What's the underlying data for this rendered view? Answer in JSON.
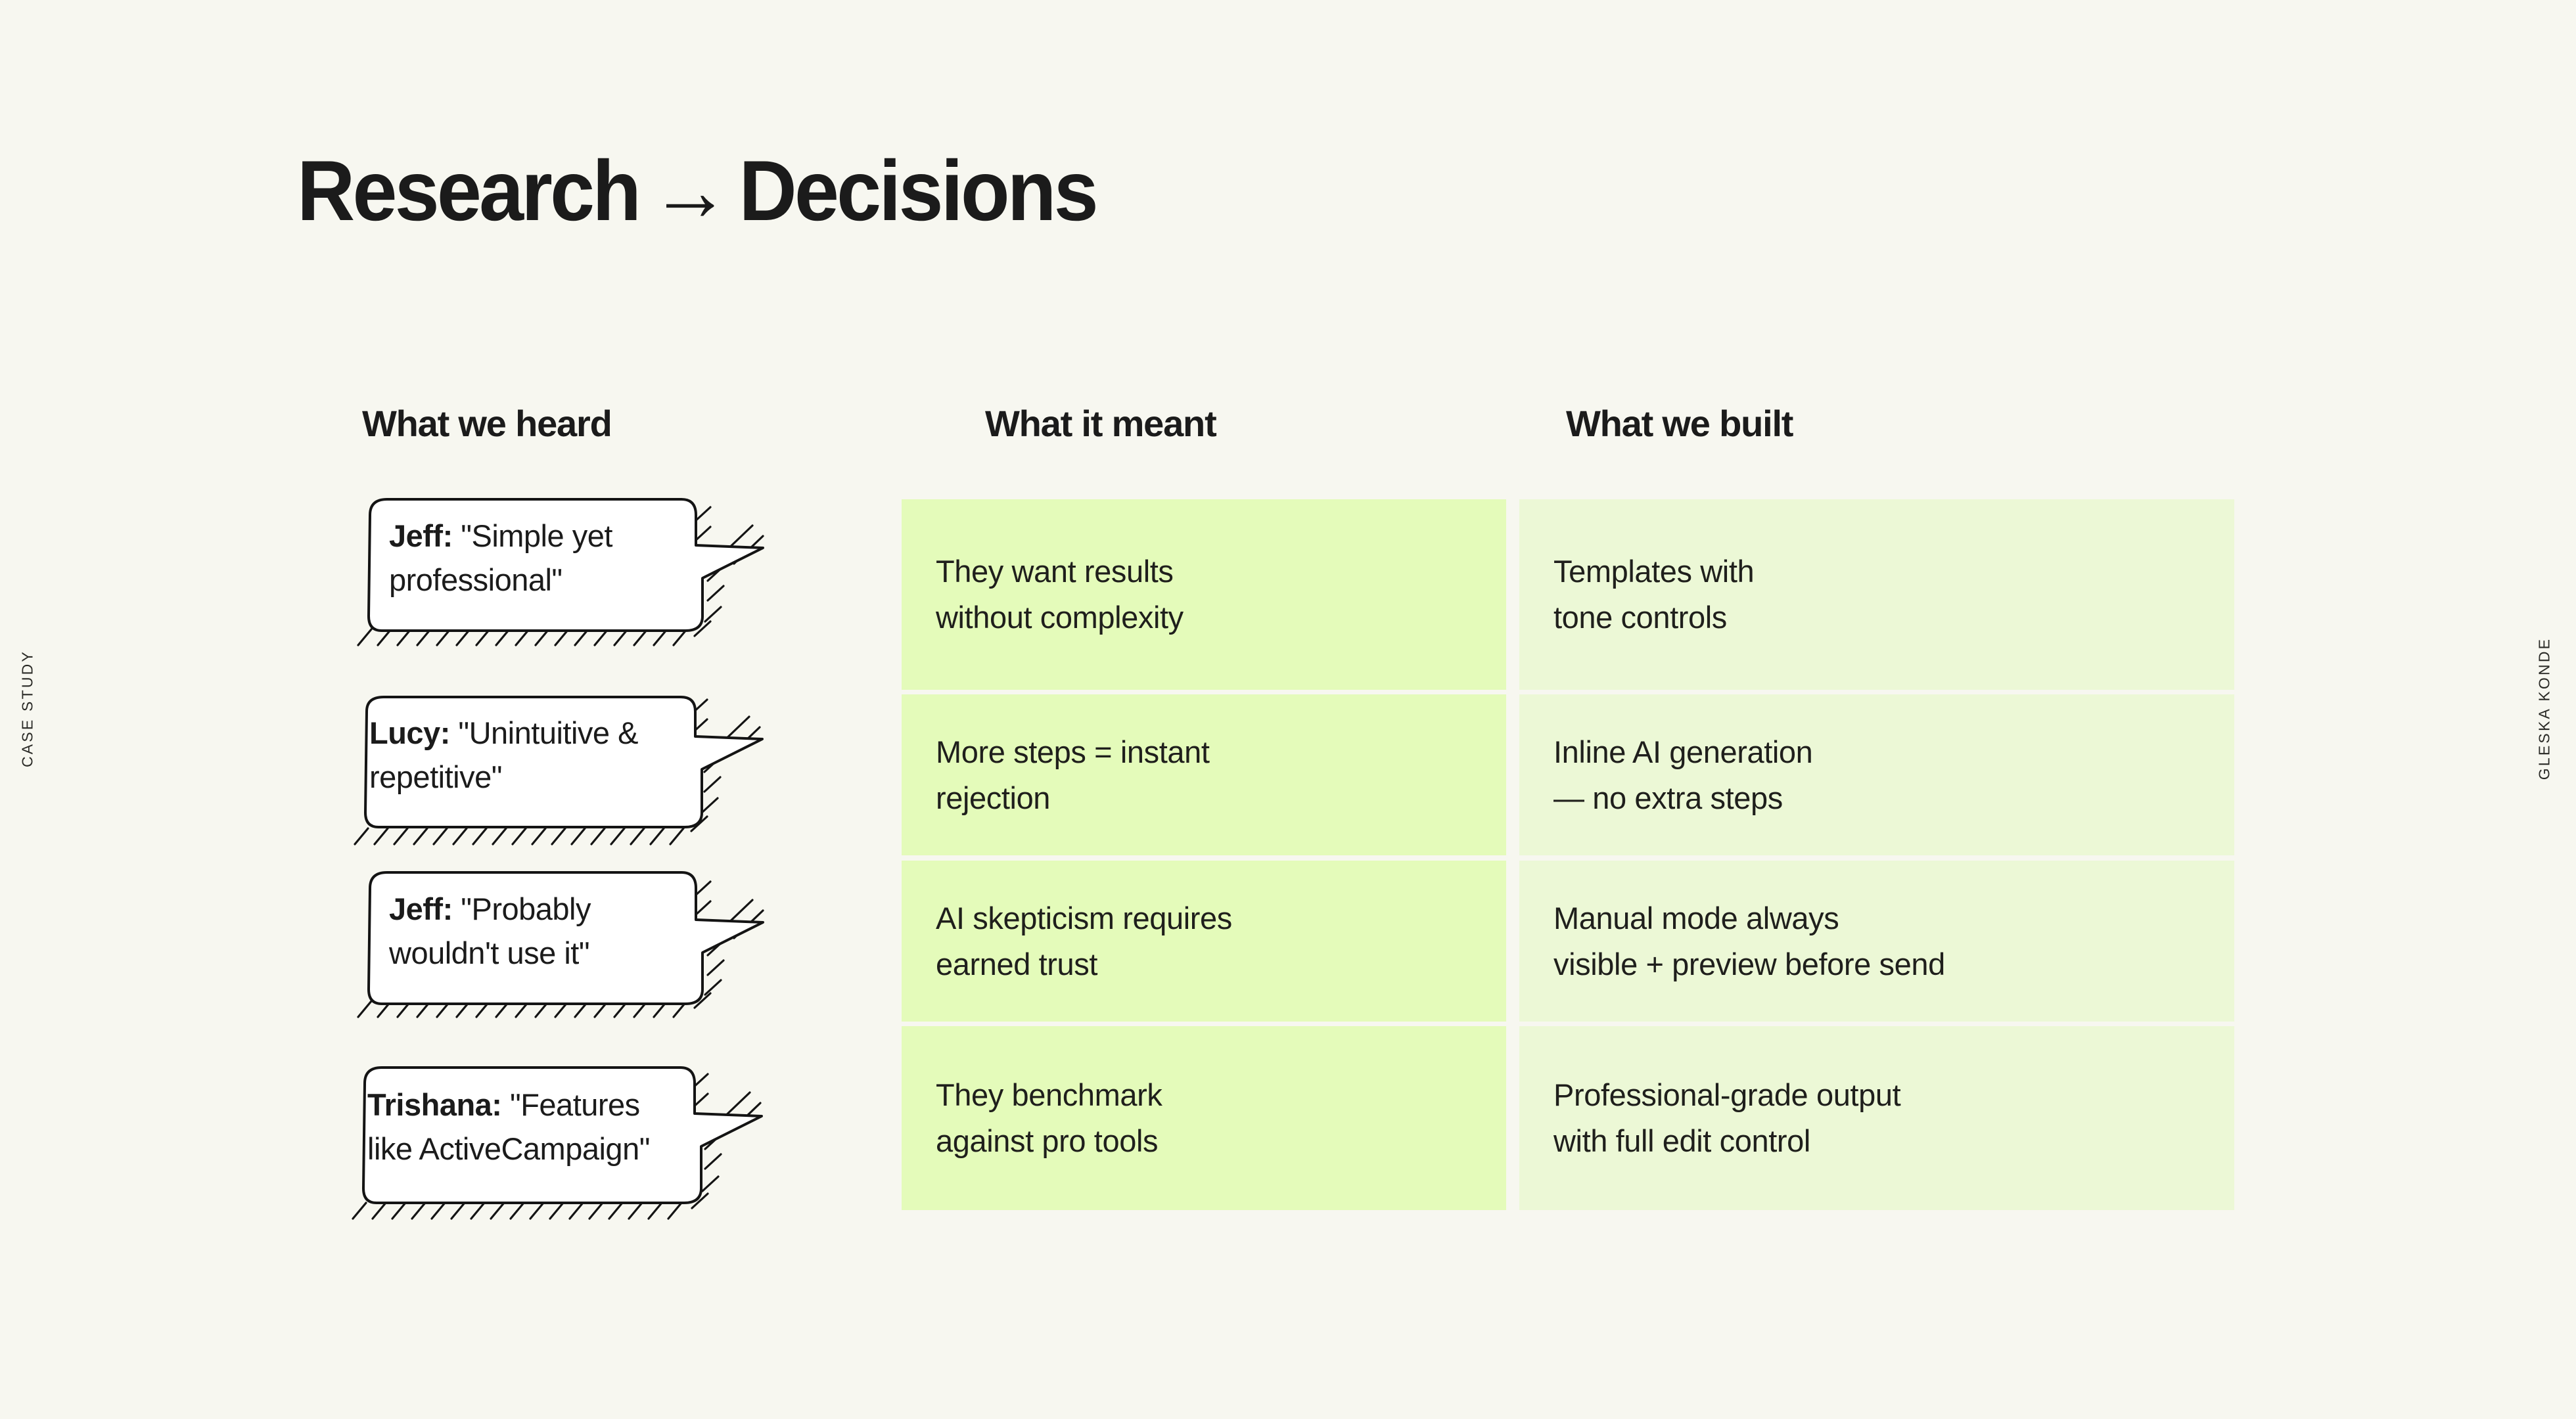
{
  "page": {
    "title_part1": "Research",
    "title_arrow": "→",
    "title_part2": "Decisions",
    "background_color": "#f7f7f0",
    "accent_green_mid": "#e4fbba",
    "accent_green_last": "#ecf8d6",
    "text_color": "#1b1b1b"
  },
  "side_labels": {
    "left": "CASE STUDY",
    "right": "GLESKA KONDE"
  },
  "columns": {
    "heard": "What we heard",
    "meant": "What it meant",
    "built": "What we built"
  },
  "rows": [
    {
      "speaker": "Jeff:",
      "quote": "\"Simple yet",
      "quote_line2": "professional\"",
      "meant_line1": "They want results",
      "meant_line2": "without complexity",
      "built_line1": "Templates with",
      "built_line2": "tone controls"
    },
    {
      "speaker": "Lucy:",
      "quote": "\"Unintuitive &",
      "quote_line2": "repetitive\"",
      "meant_line1": "More steps = instant",
      "meant_line2": "rejection",
      "built_line1": "Inline AI generation",
      "built_line2": "— no extra steps"
    },
    {
      "speaker": "Jeff:",
      "quote": "\"Probably",
      "quote_line2": "wouldn't use it\"",
      "meant_line1": "AI skepticism requires",
      "meant_line2": "earned trust",
      "built_line1": "Manual mode always",
      "built_line2": "visible + preview before send"
    },
    {
      "speaker": "Trishana:",
      "quote": "\"Features",
      "quote_line2": "like ActiveCampaign\"",
      "meant_line1": "They benchmark",
      "meant_line2": "against pro tools",
      "built_line1": "Professional-grade output",
      "built_line2": "with full edit control"
    }
  ]
}
